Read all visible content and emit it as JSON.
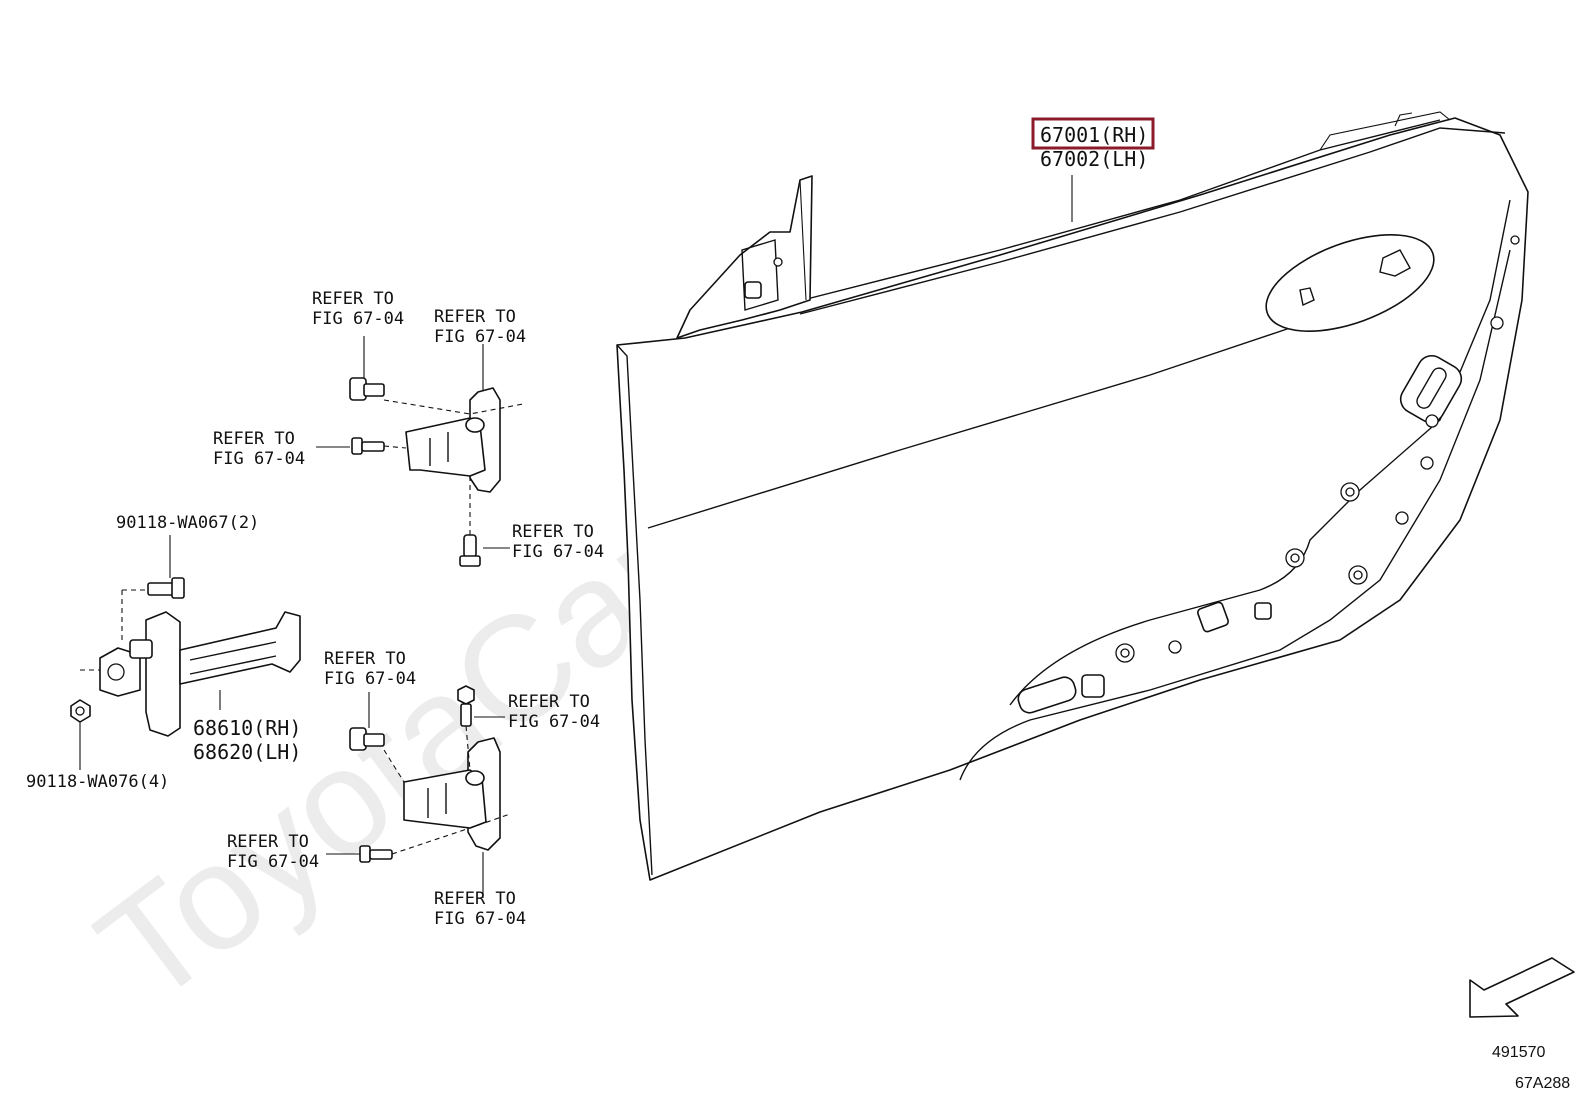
{
  "watermark": "ToyotaCarMine.ru",
  "door": {
    "part_rh": "67001(RH)",
    "part_lh": "67002(LH)",
    "highlight_color": "#8b1a2b"
  },
  "check_arm": {
    "part_rh": "68610(RH)",
    "part_lh": "68620(LH)",
    "bolt": "90118-WA067(2)",
    "nut": "90118-WA076(4)"
  },
  "references": [
    {
      "line1": "REFER TO",
      "line2": "FIG 67-04"
    },
    {
      "line1": "REFER TO",
      "line2": "FIG 67-04"
    },
    {
      "line1": "REFER TO",
      "line2": "FIG 67-04"
    },
    {
      "line1": "REFER TO",
      "line2": "FIG 67-04"
    },
    {
      "line1": "REFER TO",
      "line2": "FIG 67-04"
    },
    {
      "line1": "REFER TO",
      "line2": "FIG 67-04"
    },
    {
      "line1": "REFER TO",
      "line2": "FIG 67-04"
    },
    {
      "line1": "REFER TO",
      "line2": "FIG 67-04"
    }
  ],
  "footer": {
    "illustration_no": "491570",
    "figure_code": "67A288"
  }
}
